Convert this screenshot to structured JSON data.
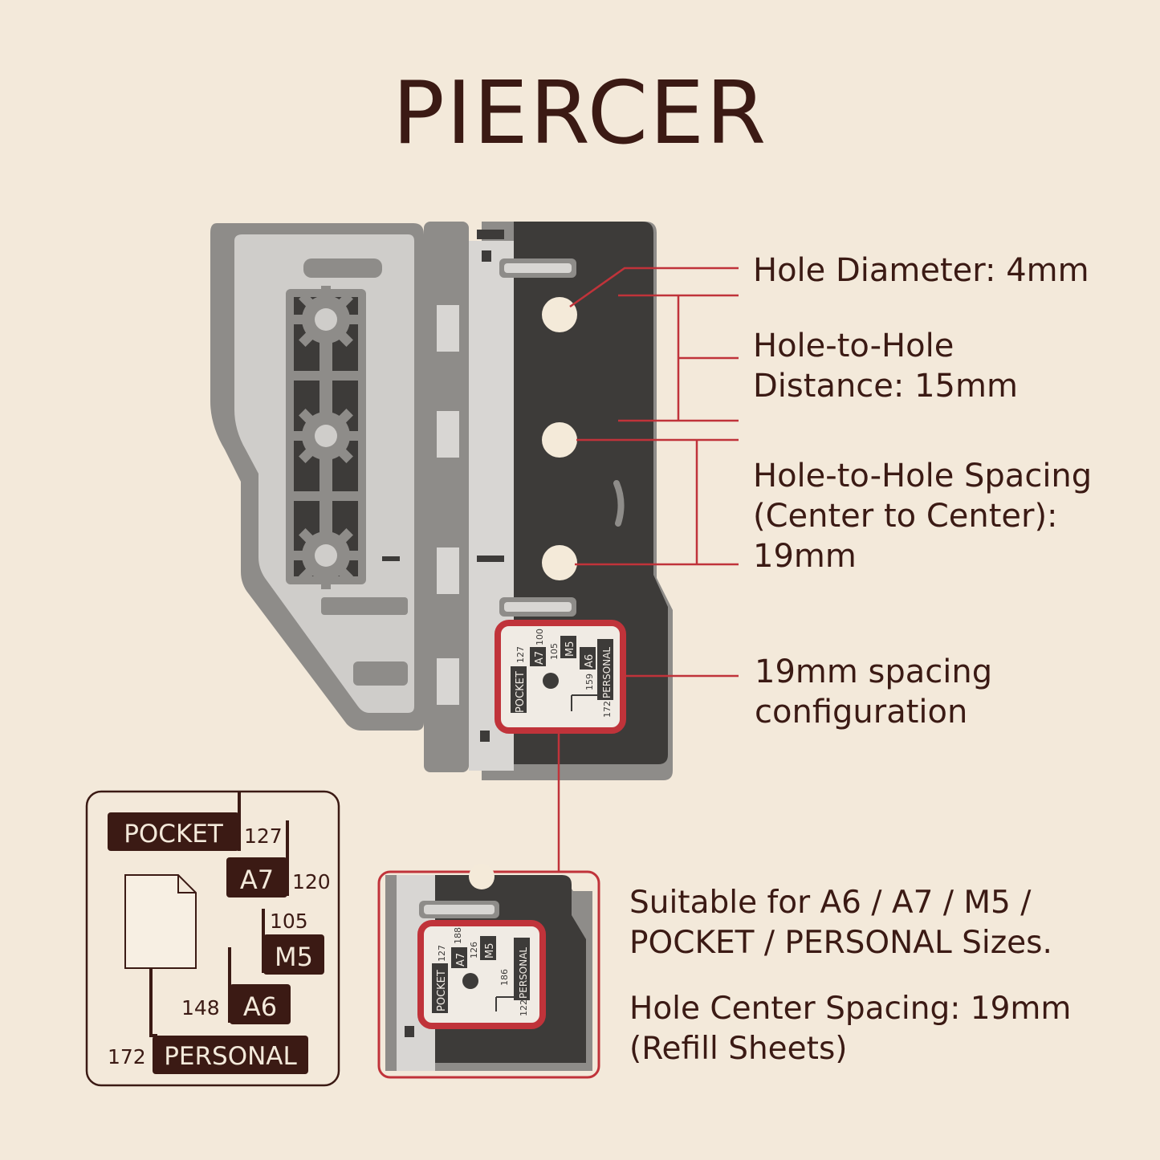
{
  "title": "PIERCER",
  "callouts": {
    "hole_diameter": "Hole Diameter: 4mm",
    "hole_distance": [
      "Hole-to-Hole",
      "Distance: 15mm"
    ],
    "hole_spacing": [
      "Hole-to-Hole Spacing",
      "(Center to Center):",
      "19mm"
    ],
    "config": [
      "19mm spacing",
      "configuration"
    ],
    "suitable": [
      "Suitable for A6 / A7 / M5 /",
      "POCKET / PERSONAL Sizes."
    ],
    "center_spacing": [
      "Hole Center Spacing: 19mm",
      "(Refill Sheets)"
    ]
  },
  "device_gauge": {
    "labels": [
      "POCKET",
      "A7",
      "M5",
      "A6",
      "PERSONAL"
    ],
    "numbers": [
      "127",
      "100",
      "105",
      "159",
      "172"
    ]
  },
  "zoom_gauge": {
    "labels": [
      "POCKET",
      "A7",
      "M5",
      "PERSONAL"
    ],
    "numbers": [
      "127",
      "188",
      "126",
      "186",
      "122"
    ]
  },
  "size_chart": {
    "rows": [
      {
        "label": "POCKET",
        "number": "127"
      },
      {
        "label": "A7",
        "number": "120"
      },
      {
        "label": "M5",
        "number": "105"
      },
      {
        "label": "A6",
        "number": "148"
      },
      {
        "label": "PERSONAL",
        "number": "172"
      }
    ]
  },
  "colors": {
    "background": "#f3e9da",
    "text": "#3b1a14",
    "accent_red": "#c0333a",
    "plate_dark": "#3d3b39",
    "body_gray": "#8e8c89",
    "panel_light": "#cfcdca"
  }
}
